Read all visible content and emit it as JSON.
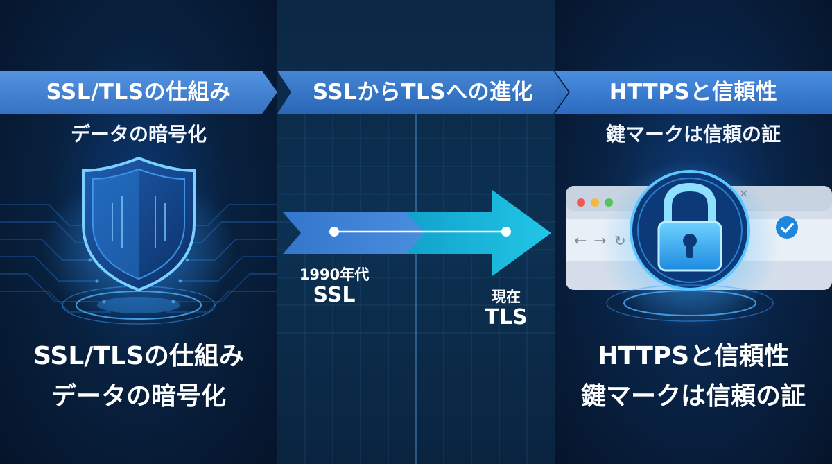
{
  "banner": {
    "section1": "SSL/TLSの仕組み",
    "section2": "SSLからTLSへの進化",
    "section3": "HTTPSと信頼性"
  },
  "left": {
    "subtitle": "データの暗号化",
    "title_large": "SSL/TLSの仕組み",
    "subtitle_large": "データの暗号化",
    "icon": "shield-icon"
  },
  "middle": {
    "timeline": {
      "start_year": "1990年代",
      "start_protocol": "SSL",
      "end_label": "現在",
      "end_protocol": "TLS"
    },
    "icon": "arrow-right-icon"
  },
  "right": {
    "subtitle": "鍵マークは信頼の証",
    "title_large": "HTTPSと信頼性",
    "subtitle_large": "鍵マークは信頼の証",
    "icon": "padlock-icon"
  },
  "colors": {
    "banner": "#3a7bd5",
    "accent_cyan": "#19b6d8",
    "accent_blue": "#3f82d6",
    "background": "#07142a"
  }
}
